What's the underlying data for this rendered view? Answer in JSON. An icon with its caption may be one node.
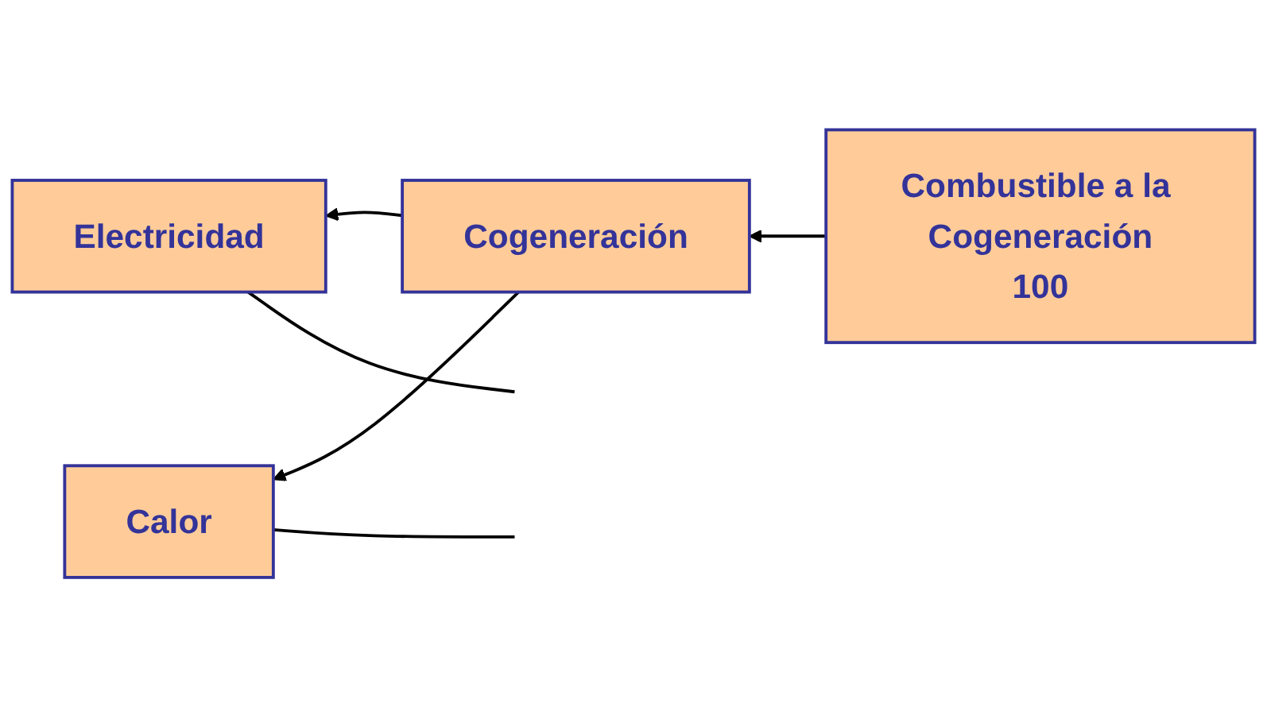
{
  "diagram": {
    "nodes": [
      {
        "text": [
          "Electricidad"
        ]
      },
      {
        "text": [
          "Cogeneración"
        ]
      },
      {
        "text": [
          "Combustible a la Cogeneración",
          "100"
        ]
      },
      {
        "text": [
          "Calor"
        ]
      }
    ],
    "edges": [
      {
        "from": 1,
        "to": 0,
        "arrow": "to"
      },
      {
        "from": 2,
        "to": 1,
        "arrow": "to"
      },
      {
        "from": 1,
        "to": 3,
        "arrow": "to"
      },
      {
        "from": null,
        "to": 0,
        "arrow": "none"
      },
      {
        "from": null,
        "to": 3,
        "arrow": "none"
      }
    ]
  }
}
